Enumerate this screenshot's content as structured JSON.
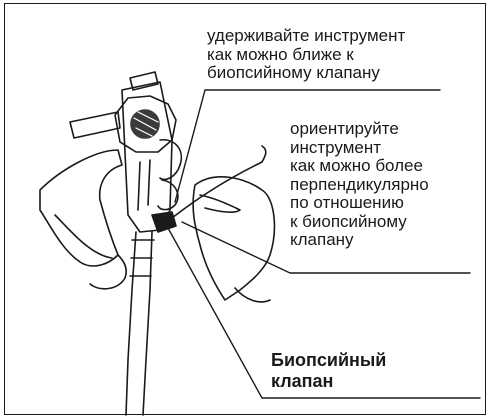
{
  "callouts": {
    "hold_instruction": "удерживайте инструмент\nкак можно ближе к\nбиопсийному клапану",
    "orient_instruction": "ориентируйте\nинструмент\nкак можно более\nперпендикулярно\nпо отношению\nк биопсийному\nклапану",
    "valve_label": "Биопсийный\nклапан"
  },
  "colors": {
    "ink": "#1a1a1a",
    "background": "#ffffff"
  }
}
